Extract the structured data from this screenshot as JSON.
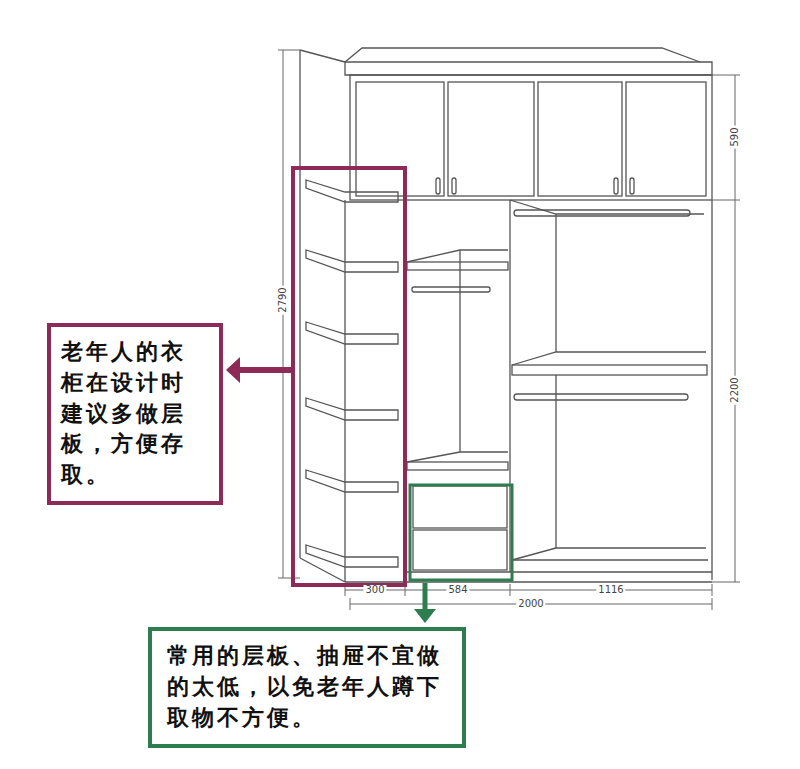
{
  "diagram": {
    "nodes": [
      {
        "text": [
          "老年人的衣柜在设计时建议多做层板，方便存取。"
        ]
      },
      {
        "text": [
          "常用的层板、抽屉不宜做的太低，以免老年人蹲下取物不方便。"
        ]
      }
    ],
    "labels": [
      "590",
      "2790",
      "2200",
      "300",
      "584",
      "1116",
      "2000"
    ]
  }
}
